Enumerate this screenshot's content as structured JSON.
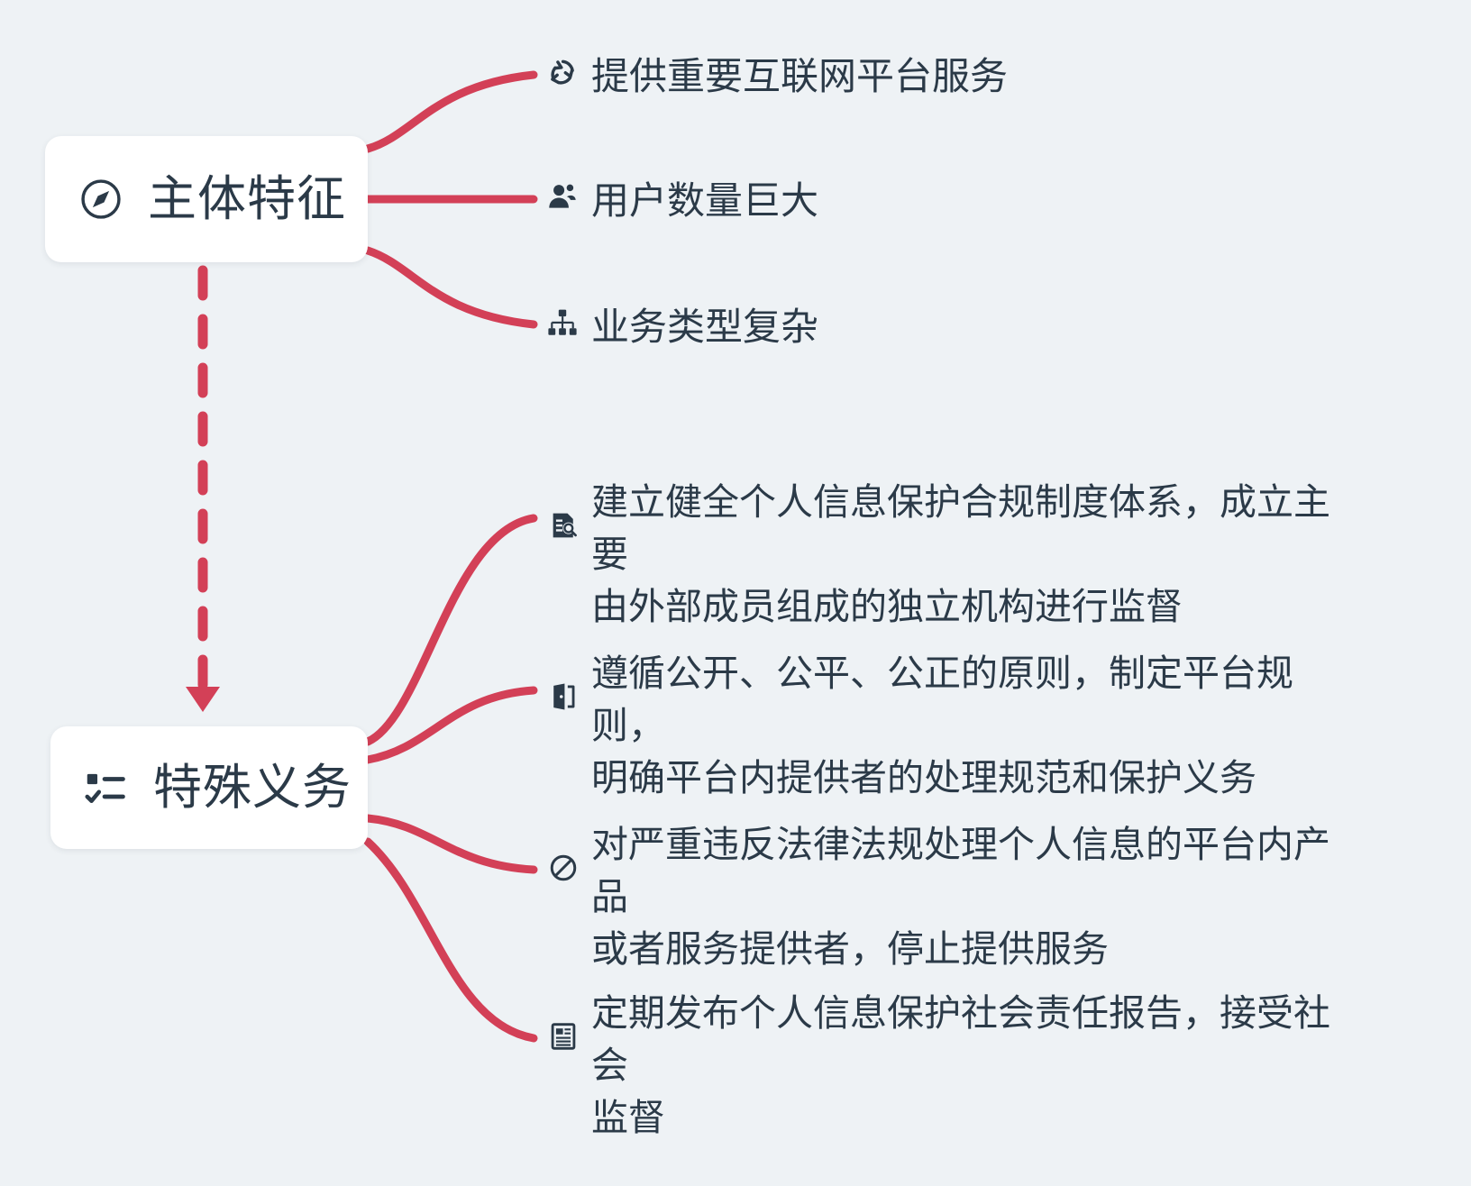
{
  "canvas": {
    "background": "#eef2f5",
    "accent": "#d34057",
    "text_color": "#2b3a48",
    "node_background": "#ffffff"
  },
  "nodes": [
    {
      "id": "main-features",
      "label": "主体特征",
      "icon": "compass-icon",
      "branches": [
        {
          "icon": "recycle-icon",
          "text": "提供重要互联网平台服务"
        },
        {
          "icon": "user-group-icon",
          "text": "用户数量巨大"
        },
        {
          "icon": "sitemap-icon",
          "text": "业务类型复杂"
        }
      ]
    },
    {
      "id": "special-duties",
      "label": "特殊义务",
      "icon": "task-list-icon",
      "branches": [
        {
          "icon": "file-search-icon",
          "text": "建立健全个人信息保护合规制度体系，成立主要\n由外部成员组成的独立机构进行监督"
        },
        {
          "icon": "door-open-icon",
          "text": "遵循公开、公平、公正的原则，制定平台规则，\n明确平台内提供者的处理规范和保护义务"
        },
        {
          "icon": "ban-icon",
          "text": "对严重违反法律法规处理个人信息的平台内产品\n或者服务提供者，停止提供服务"
        },
        {
          "icon": "report-document-icon",
          "text": "定期发布个人信息保护社会责任报告，接受社会\n监督"
        }
      ]
    }
  ],
  "connector": {
    "style": "dashed-arrow",
    "from": "main-features",
    "to": "special-duties",
    "color": "#d34057"
  }
}
